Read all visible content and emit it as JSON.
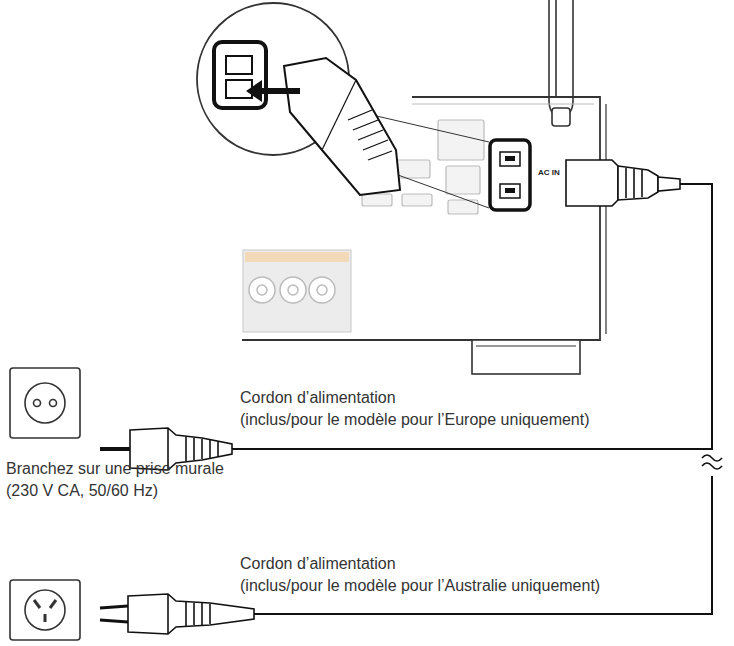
{
  "diagram": {
    "labels": [
      "AC IN",
      "Cordon d’alimentation (inclus/pour le modèle pour l’Europe uniquement)",
      "Branchez sur une prise murale (230 V CA, 50/60 Hz)",
      "Cordon d’alimentation (inclus/pour le modèle pour l’Australie uniquement)"
    ]
  }
}
